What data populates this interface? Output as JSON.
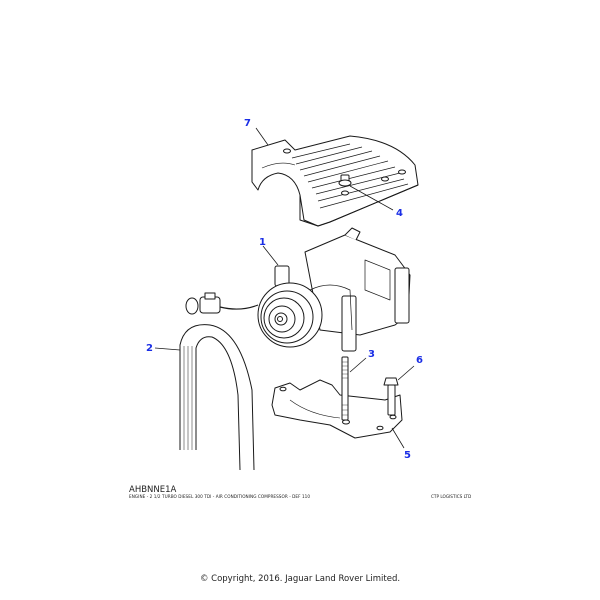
{
  "diagram": {
    "code": "AHBNNE1A",
    "caption": "ENGINE - 2 1/2 TURBO DIESEL 300 TDI - AIR CONDITIONING COMPRESSOR - DEF 110",
    "vendor": "CTP LOGISTICS LTD",
    "copyright": "© Copyright, 2016. Jaguar Land Rover Limited.",
    "label_color": "#1a2ee6",
    "callouts": [
      {
        "id": "1",
        "part": "compressor"
      },
      {
        "id": "2",
        "part": "drive-belt"
      },
      {
        "id": "3",
        "part": "stud"
      },
      {
        "id": "4",
        "part": "nut"
      },
      {
        "id": "5",
        "part": "mounting-bracket"
      },
      {
        "id": "6",
        "part": "bolt"
      },
      {
        "id": "7",
        "part": "heat-shield-cover"
      }
    ]
  }
}
